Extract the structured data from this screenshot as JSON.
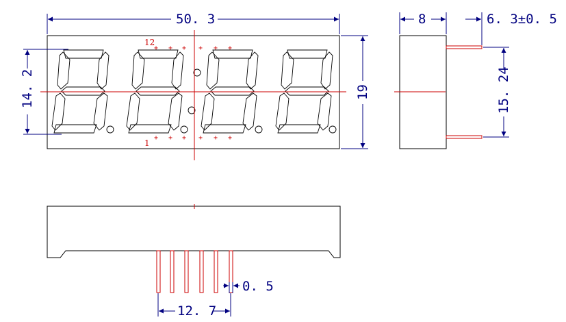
{
  "front_view": {
    "width_label": "50. 3",
    "digit_height_label": "14. 2",
    "height_label": "19",
    "pin_top_label": "12",
    "pin_bottom_label": "1"
  },
  "side_view": {
    "depth_label": "8",
    "pin_length_label": "6. 3±0. 5",
    "row_spacing_label": "15. 24"
  },
  "bottom_view": {
    "pin_width_label": "0. 5",
    "pin_span_label": "12. 7"
  },
  "colors": {
    "outline": "#000000",
    "dimension": "#000080",
    "centerline": "#cc0000"
  }
}
